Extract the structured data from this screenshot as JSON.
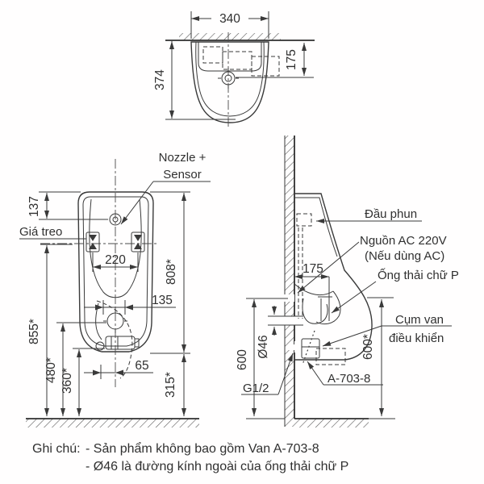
{
  "top_view": {
    "dim_width": "340",
    "dim_depth": "374",
    "dim_nozzle_offset": "175"
  },
  "front_view": {
    "nozzle_label_1": "Nozzle +",
    "nozzle_label_2": "Sensor",
    "bracket_label": "Giá treo",
    "dim_top_to_nozzle": "137",
    "dim_bracket_span": "220",
    "dim_body_height": "808*",
    "dim_135": "135",
    "dim_65": "65",
    "dim_855": "855*",
    "dim_480": "480*",
    "dim_360": "360*",
    "dim_315": "315*"
  },
  "side_view": {
    "spray_label": "Đầu phun",
    "power_label_1": "Nguồn AC 220V",
    "power_label_2": "(Nếu dùng AC)",
    "ptrap_label": "Ống thải chữ P",
    "valve_label_1": "Cụm van",
    "valve_label_2": "điều khiển",
    "valve_model": "A-703-8",
    "inlet_label": "G1/2",
    "dim_wall_offset": "175",
    "dim_supply_height": "600",
    "dim_pipe_dia": "Ø46",
    "dim_height_ref": "600*"
  },
  "notes": {
    "prefix": "Ghi chú:",
    "line1": "- Sản phẩm không bao gồm Van A-703-8",
    "line2": "- Ø46 là đường kính ngoài của ống thải chữ P"
  },
  "colors": {
    "line": "#3a3a3a",
    "text": "#303030",
    "bg": "#fffefe"
  }
}
